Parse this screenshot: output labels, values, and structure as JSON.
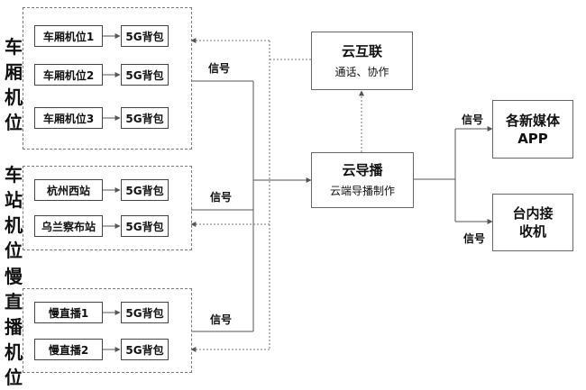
{
  "groups": {
    "carriage": {
      "label": "车厢机位",
      "positions": [
        "车厢机位1",
        "车厢机位2",
        "车厢机位3"
      ],
      "backpack": "5G背包"
    },
    "station": {
      "label": "车站机位",
      "positions": [
        "杭州西站",
        "乌兰察布站"
      ],
      "backpack": "5G背包"
    },
    "slowlive": {
      "label": "慢直播机位",
      "positions": [
        "慢直播1",
        "慢直播2"
      ],
      "backpack": "5G背包"
    }
  },
  "signal_label": "信号",
  "nodes": {
    "cloud_interconnect": {
      "title": "云互联",
      "subtitle": "通话、协作"
    },
    "cloud_director": {
      "title": "云导播",
      "subtitle": "云端导播制作"
    },
    "new_media": {
      "title": "各新媒体APP"
    },
    "station_receiver": {
      "title": "台内接收机"
    }
  },
  "diagram_data": {
    "edges": [
      {
        "from": "车厢机位*",
        "to": "5G背包"
      },
      {
        "from": "车站机位*",
        "to": "5G背包"
      },
      {
        "from": "慢直播*",
        "to": "5G背包"
      },
      {
        "from": "5G背包",
        "to": "云导播",
        "label": "信号"
      },
      {
        "from": "云导播",
        "to": "云互联",
        "style": "dotted"
      },
      {
        "from": "云互联",
        "to": "5G背包",
        "style": "dotted"
      },
      {
        "from": "云导播",
        "to": "各新媒体APP",
        "label": "信号"
      },
      {
        "from": "云导播",
        "to": "台内接收机",
        "label": "信号"
      }
    ]
  }
}
